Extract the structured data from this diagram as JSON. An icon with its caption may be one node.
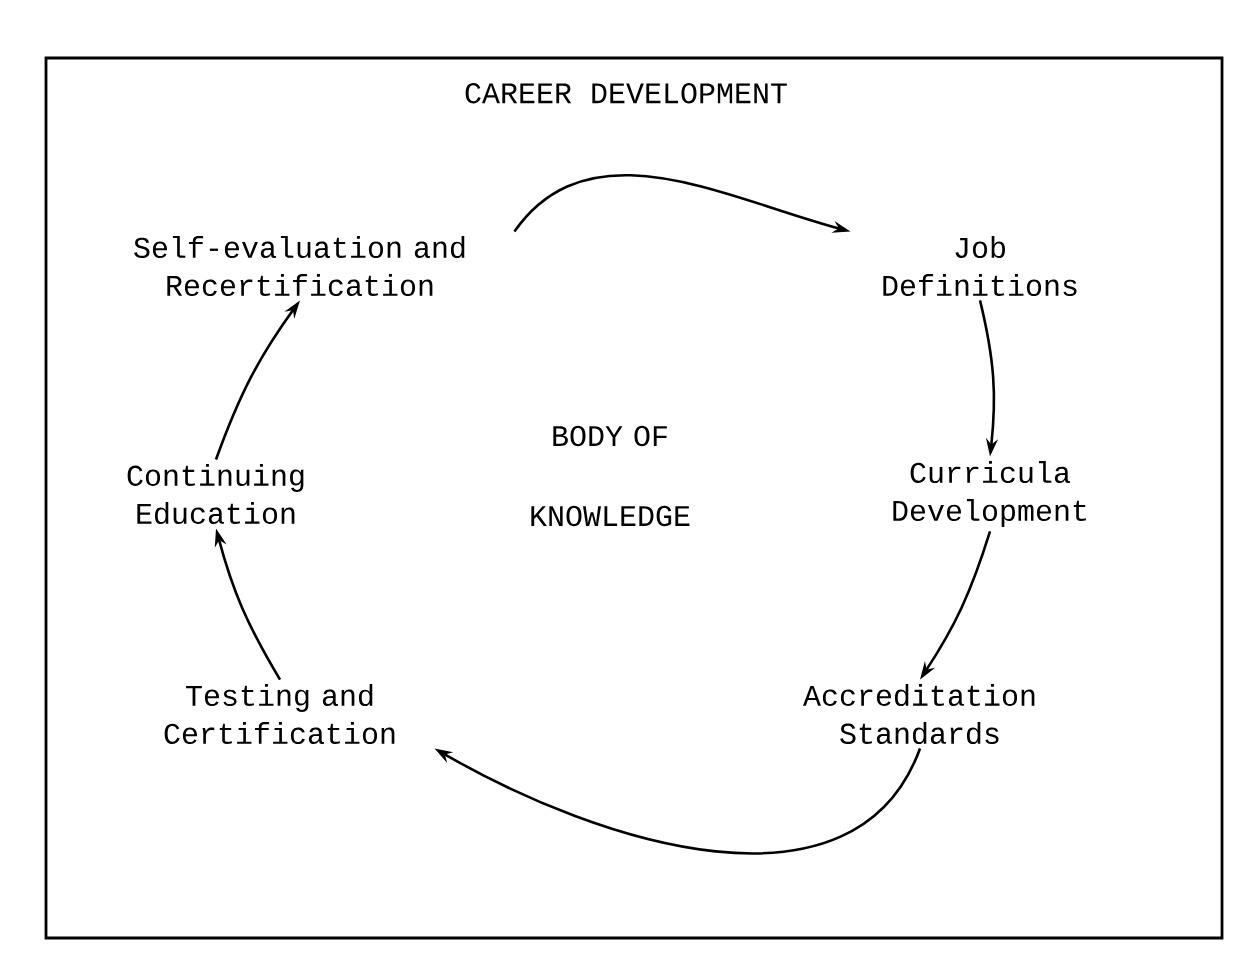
{
  "diagram": {
    "nodes": [
      {
        "text": [
          "CAREER DEVELOPMENT"
        ]
      },
      {
        "text": [
          "Self-evaluation and Recertification"
        ],
        "in": 0
      },
      {
        "text": [
          "Job Definitions"
        ],
        "in": 0
      },
      {
        "text": [
          "Continuing Education"
        ],
        "in": 0
      },
      {
        "text": [
          "Curricula Development"
        ],
        "in": 0
      },
      {
        "text": [
          "Testing and Certification"
        ],
        "in": 0
      },
      {
        "text": [
          "Accreditation Standards"
        ],
        "in": 0
      }
    ],
    "edges": [
      {
        "from": 1,
        "to": 2,
        "arrow": "to"
      },
      {
        "from": 2,
        "to": 4,
        "arrow": "to"
      },
      {
        "from": 4,
        "to": 6,
        "arrow": "to"
      },
      {
        "from": 6,
        "to": 5,
        "arrow": "to"
      },
      {
        "from": 5,
        "to": 3,
        "arrow": "to"
      },
      {
        "from": 3,
        "to": 1,
        "arrow": "to"
      }
    ],
    "labels": [
      "BODY OF KNOWLEDGE"
    ]
  }
}
